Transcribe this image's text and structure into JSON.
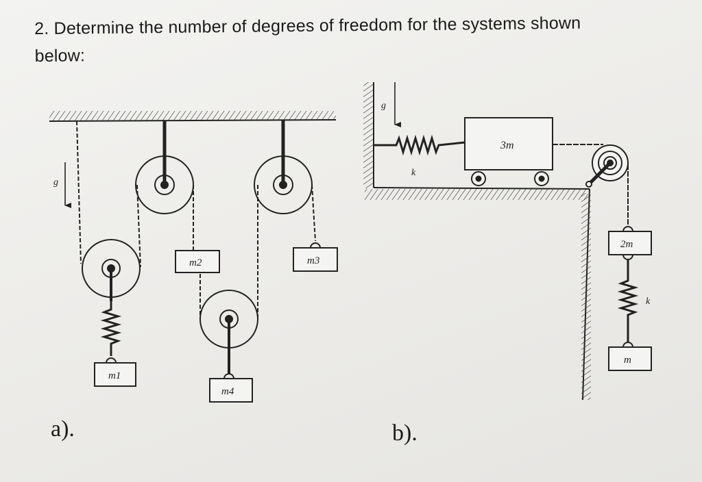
{
  "question": {
    "line1": "2. Determine the number of degrees of freedom for the systems shown",
    "line2": "below:"
  },
  "part_a": {
    "label": "a).",
    "gravity_label": "g",
    "masses": [
      "m1",
      "m2",
      "m3",
      "m4"
    ]
  },
  "part_b": {
    "label": "b).",
    "gravity_label": "g",
    "cart_mass": "3m",
    "spring_label_horizontal": "k",
    "hanging_mass_upper": "2m",
    "hanging_mass_lower": "m",
    "spring_label_vertical": "k"
  }
}
